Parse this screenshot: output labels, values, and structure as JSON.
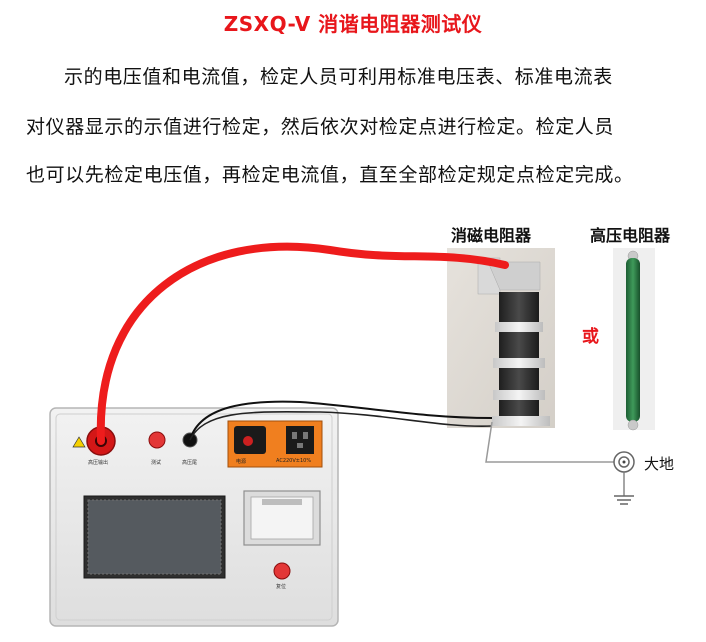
{
  "document": {
    "title": "ZSXQ-V 消谐电阻器测试仪",
    "lines": [
      "示的电压值和电流值，检定人员可利用标准电压表、标准电流表",
      "对仪器显示的示值进行检定，然后依次对检定点进行检定。检定人员",
      "也可以先检定电压值，再检定电流值，直至全部检定规定点检定完成。"
    ]
  },
  "figure": {
    "label_left_resistor": "消磁电阻器",
    "label_right_resistor": "高压电阻器",
    "or_label": "或",
    "ground_label": "大地",
    "panel": {
      "hv_output_label": "高压输出",
      "test_label": "测试",
      "hv_end_label": "高压尾",
      "power_label": "电源",
      "power_rating": "AC220V±10%",
      "reset_label": "复位"
    },
    "colors": {
      "title": "#e8161b",
      "red_lead": "#ee1c1c",
      "panel": "#e9e9e9",
      "orange": "#f07f1f"
    }
  }
}
